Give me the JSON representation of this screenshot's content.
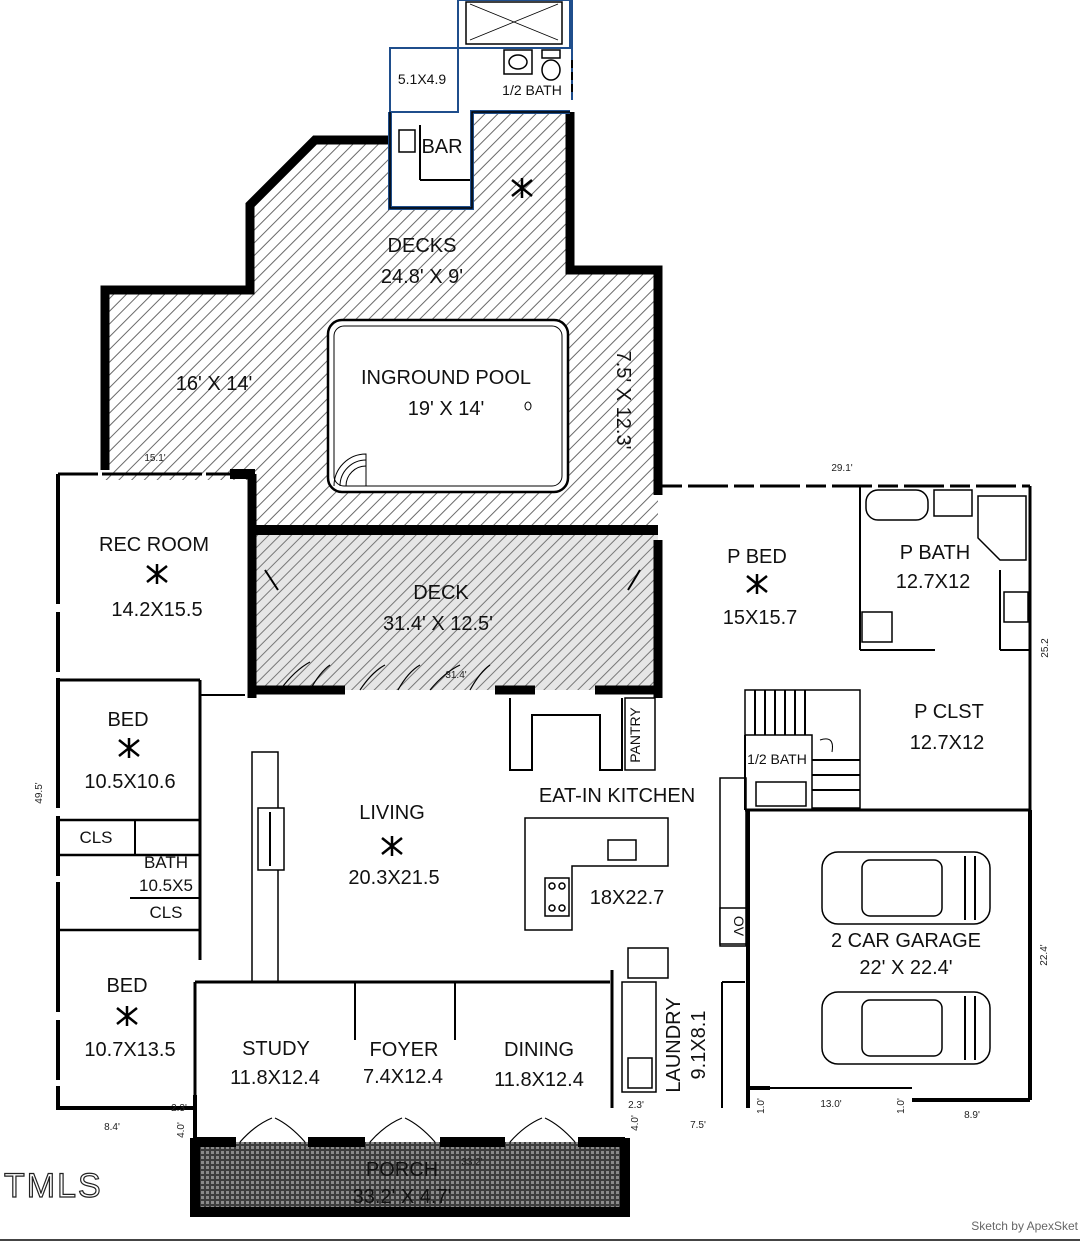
{
  "rooms": {
    "half_bath_top": "1/2 BATH",
    "storage_size": "5.1X4.9",
    "bar": "BAR",
    "decks_name": "DECKS",
    "decks_size": "24.8' X 9'",
    "deck_left_size": "16' X 14'",
    "deck_right_size": "7.5' X 12.3'",
    "pool_name": "INGROUND POOL",
    "pool_size": "19' X 14'",
    "rec_name": "REC ROOM",
    "rec_size": "14.2X15.5",
    "deck_name": "DECK",
    "deck_size": "31.4' X 12.5'",
    "pbed_name": "P BED",
    "pbed_size": "15X15.7",
    "pbath_name": "P BATH",
    "pbath_size": "12.7X12",
    "pclst_name": "P CLST",
    "pclst_size": "12.7X12",
    "half_bath_mid": "1/2 BATH",
    "pantry": "PANTRY",
    "bed1_name": "BED",
    "bed1_size": "10.5X10.6",
    "cls1": "CLS",
    "bath_name": "BATH",
    "bath_size": "10.5X5",
    "cls2": "CLS",
    "bed2_name": "BED",
    "bed2_size": "10.7X13.5",
    "living_name": "LIVING",
    "living_size": "20.3X21.5",
    "kitchen_name": "EAT-IN KITCHEN",
    "kitchen_size": "18X22.7",
    "ov": "OV",
    "garage_name": "2 CAR GARAGE",
    "garage_size": "22' X 22.4'",
    "study_name": "STUDY",
    "study_size": "11.8X12.4",
    "foyer_name": "FOYER",
    "foyer_size": "7.4X12.4",
    "dining_name": "DINING",
    "dining_size": "11.8X12.4",
    "laundry_name": "LAUNDRY",
    "laundry_size": "9.1X8.1",
    "porch_name": "PORCH",
    "porch_size": "33.2' X 4.7'"
  },
  "dimensions": {
    "d151": "15.1'",
    "d291": "29.1'",
    "d495": "49.5'",
    "d252": "25.2",
    "d224": "22.4'",
    "d84": "8.4'",
    "d23a": "2.3'",
    "d40a": "4.0'",
    "d332": "33.2'",
    "d23b": "2.3'",
    "d40b": "4.0'",
    "d75": "7.5'",
    "d10a": "1.0'",
    "d130": "13.0'",
    "d10b": "1.0'",
    "d89": "8.9'",
    "d314": "31.4'"
  },
  "watermark": "TMLS",
  "credit": "Sketch by ApexSket",
  "colors": {
    "wall": "#000000",
    "hatch": "#666666",
    "bar_outline": "#1f4e8c",
    "porch_fill": "#555555"
  }
}
